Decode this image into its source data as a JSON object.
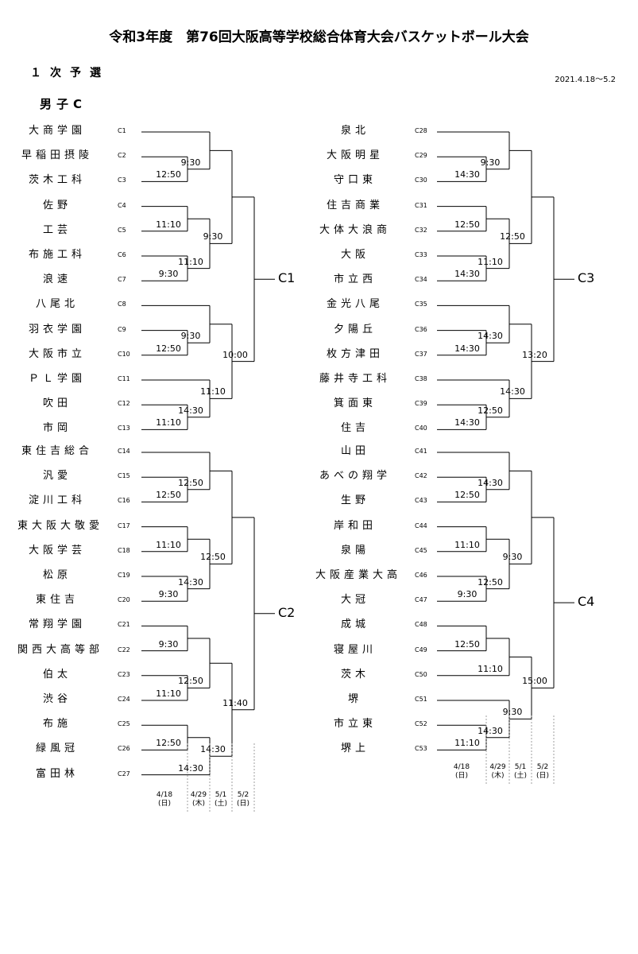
{
  "header": {
    "title": "令和3年度　第76回大阪高等学校総合体育大会バスケットボール大会",
    "subtitle": "１次予選",
    "date_range": "2021.4.18～5.2",
    "division": "男子C"
  },
  "brackets": [
    {
      "label": "C1",
      "teams": [
        {
          "code": "C1",
          "name": "大商学園"
        },
        {
          "code": "C2",
          "name": "早稲田摂陵"
        },
        {
          "code": "C3",
          "name": "茨木工科"
        },
        {
          "code": "C4",
          "name": "佐野"
        },
        {
          "code": "C5",
          "name": "工芸"
        },
        {
          "code": "C6",
          "name": "布施工科"
        },
        {
          "code": "C7",
          "name": "浪速"
        },
        {
          "code": "C8",
          "name": "八尾北"
        },
        {
          "code": "C9",
          "name": "羽衣学園"
        },
        {
          "code": "C10",
          "name": "大阪市立"
        },
        {
          "code": "C11",
          "name": "ＰＬ学園"
        },
        {
          "code": "C12",
          "name": "吹田"
        },
        {
          "code": "C13",
          "name": "市岡"
        }
      ],
      "times": [
        "12:50",
        "9:30",
        "11:10",
        "9:30",
        "11:10",
        "9:30",
        "12:50",
        "9:30",
        "11:10",
        "14:30",
        "11:10",
        "10:00"
      ]
    },
    {
      "label": "C2",
      "teams": [
        {
          "code": "C14",
          "name": "東住吉総合"
        },
        {
          "code": "C15",
          "name": "汎愛"
        },
        {
          "code": "C16",
          "name": "淀川工科"
        },
        {
          "code": "C17",
          "name": "東大阪大敬愛"
        },
        {
          "code": "C18",
          "name": "大阪学芸"
        },
        {
          "code": "C19",
          "name": "松原"
        },
        {
          "code": "C20",
          "name": "東住吉"
        },
        {
          "code": "C21",
          "name": "常翔学園"
        },
        {
          "code": "C22",
          "name": "関西大高等部"
        },
        {
          "code": "C23",
          "name": "伯太"
        },
        {
          "code": "C24",
          "name": "渋谷"
        },
        {
          "code": "C25",
          "name": "布施"
        },
        {
          "code": "C26",
          "name": "緑風冠"
        },
        {
          "code": "C27",
          "name": "富田林"
        }
      ],
      "times": [
        "12:50",
        "12:50",
        "11:10",
        "9:30",
        "14:30",
        "12:50",
        "9:30",
        "11:10",
        "12:50",
        "12:50",
        "14:30",
        "14:30",
        "11:40"
      ]
    },
    {
      "label": "C3",
      "teams": [
        {
          "code": "C28",
          "name": "泉北"
        },
        {
          "code": "C29",
          "name": "大阪明星"
        },
        {
          "code": "C30",
          "name": "守口東"
        },
        {
          "code": "C31",
          "name": "住吉商業"
        },
        {
          "code": "C32",
          "name": "大体大浪商"
        },
        {
          "code": "C33",
          "name": "大阪"
        },
        {
          "code": "C34",
          "name": "市立西"
        },
        {
          "code": "C35",
          "name": "金光八尾"
        },
        {
          "code": "C36",
          "name": "夕陽丘"
        },
        {
          "code": "C37",
          "name": "枚方津田"
        },
        {
          "code": "C38",
          "name": "藤井寺工科"
        },
        {
          "code": "C39",
          "name": "箕面東"
        },
        {
          "code": "C40",
          "name": "住吉"
        }
      ],
      "times": [
        "14:30",
        "9:30",
        "12:50",
        "14:30",
        "11:10",
        "12:50",
        "14:30",
        "14:30",
        "14:30",
        "12:50",
        "14:30",
        "13:20"
      ]
    },
    {
      "label": "C4",
      "teams": [
        {
          "code": "C41",
          "name": "山田"
        },
        {
          "code": "C42",
          "name": "あべの翔学"
        },
        {
          "code": "C43",
          "name": "生野"
        },
        {
          "code": "C44",
          "name": "岸和田"
        },
        {
          "code": "C45",
          "name": "泉陽"
        },
        {
          "code": "C46",
          "name": "大阪産業大高"
        },
        {
          "code": "C47",
          "name": "大冠"
        },
        {
          "code": "C48",
          "name": "成城"
        },
        {
          "code": "C49",
          "name": "寝屋川"
        },
        {
          "code": "C50",
          "name": "茨木"
        },
        {
          "code": "C51",
          "name": "堺"
        },
        {
          "code": "C52",
          "name": "市立東"
        },
        {
          "code": "C53",
          "name": "堺上"
        }
      ],
      "times": [
        "12:50",
        "14:30",
        "11:10",
        "9:30",
        "12:50",
        "9:30",
        "12:50",
        "11:10",
        "11:10",
        "14:30",
        "9:30",
        "15:00"
      ]
    }
  ],
  "round_dates_left": [
    {
      "date": "4/18",
      "day": "(日)"
    },
    {
      "date": "4/29",
      "day": "(木)"
    },
    {
      "date": "5/1",
      "day": "(土)"
    },
    {
      "date": "5/2",
      "day": "(日)"
    }
  ],
  "round_dates_right": [
    {
      "date": "4/18",
      "day": "(日)"
    },
    {
      "date": "4/29",
      "day": "(木)"
    },
    {
      "date": "5/1",
      "day": "(土)"
    },
    {
      "date": "5/2",
      "day": "(日)"
    }
  ]
}
